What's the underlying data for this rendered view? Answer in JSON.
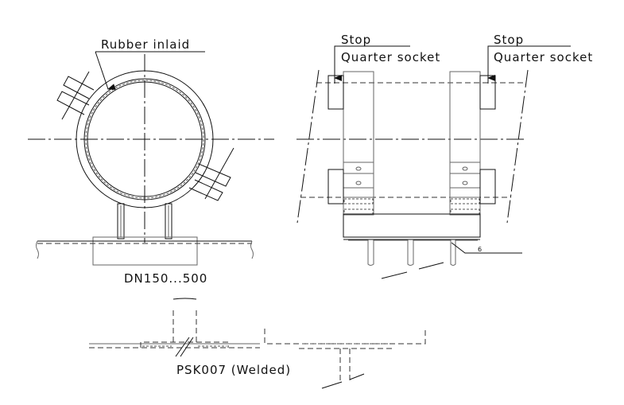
{
  "labels": {
    "rubber": "Rubber inlaid",
    "size_range": "DN150...500",
    "stop_left": "Stop",
    "socket_left": "Quarter socket",
    "stop_right": "Stop",
    "socket_right": "Quarter socket",
    "weld_size": "6",
    "model": "PSK007 (Welded)"
  }
}
